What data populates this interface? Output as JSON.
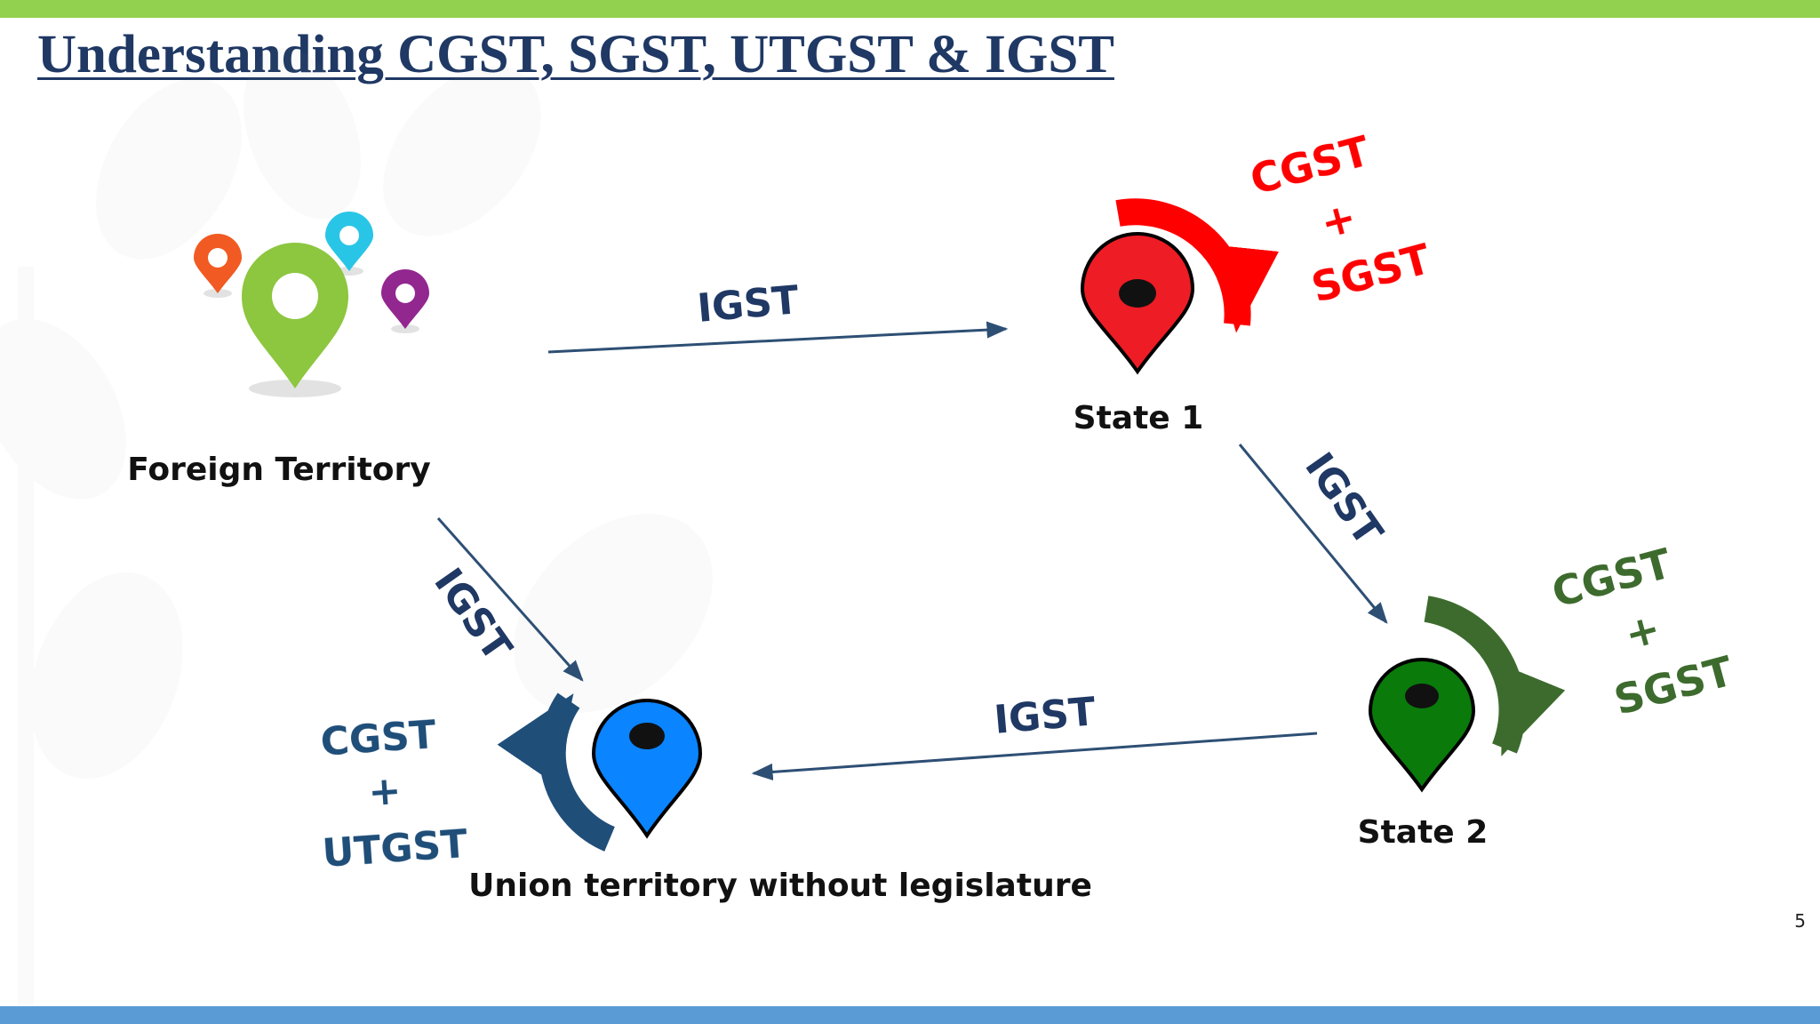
{
  "title": "Understanding CGST, SGST, UTGST & IGST",
  "page_number": "5",
  "colors": {
    "top_bar": "#92d050",
    "bottom_bar": "#5b9bd5",
    "title": "#1f3864",
    "arrow_line": "#2e4f74",
    "igst_label": "#1f3864",
    "state1_arrow": "#ff0000",
    "state2_arrow": "#3d6b2e",
    "ut_arrow": "#1f4e79",
    "state1_pin": "#ee1c25",
    "state2_pin": "#0a7a0a",
    "ut_pin": "#0a84ff",
    "foreign_pin_main": "#8dc63f",
    "foreign_pin_orange": "#f15a22",
    "foreign_pin_cyan": "#29c5e6",
    "foreign_pin_purple": "#92278f"
  },
  "nodes": {
    "foreign": "Foreign Territory",
    "state1": "State 1",
    "state2": "State 2",
    "union": "Union territory without legislature"
  },
  "flows": {
    "foreign_to_state1": "IGST",
    "state1_to_state2": "IGST",
    "foreign_to_union": "IGST",
    "state2_to_union": "IGST"
  },
  "intra_taxes": {
    "state1": {
      "first": "CGST",
      "plus": "+",
      "second": "SGST"
    },
    "state2": {
      "first": "CGST",
      "plus": "+",
      "second": "SGST"
    },
    "union": {
      "first": "CGST",
      "plus": "+",
      "second": "UTGST"
    }
  },
  "icons": {
    "foreign": "map-pins-cluster-icon",
    "state1": "location-pin-icon",
    "state2": "location-pin-icon",
    "union": "location-pin-icon"
  }
}
